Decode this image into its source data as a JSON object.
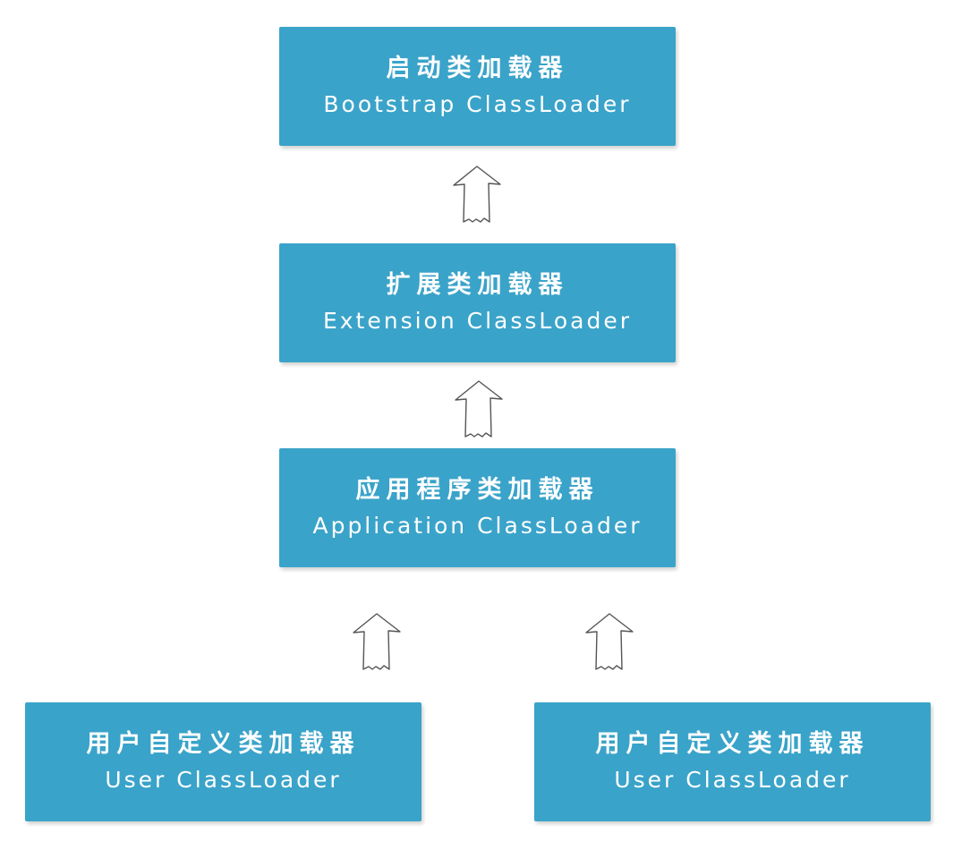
{
  "nodes": {
    "bootstrap": {
      "title": "启动类加载器",
      "subtitle": "Bootstrap ClassLoader"
    },
    "extension": {
      "title": "扩展类加载器",
      "subtitle": "Extension ClassLoader"
    },
    "application": {
      "title": "应用程序类加载器",
      "subtitle": "Application ClassLoader"
    },
    "user_left": {
      "title": "用户自定义类加载器",
      "subtitle": "User ClassLoader"
    },
    "user_right": {
      "title": "用户自定义类加载器",
      "subtitle": "User ClassLoader"
    }
  },
  "colors": {
    "box_fill": "#3aa3c9",
    "box_text": "#ffffff",
    "arrow_stroke": "#555555"
  },
  "icons": {
    "arrow": "hollow-up-arrow-icon"
  }
}
